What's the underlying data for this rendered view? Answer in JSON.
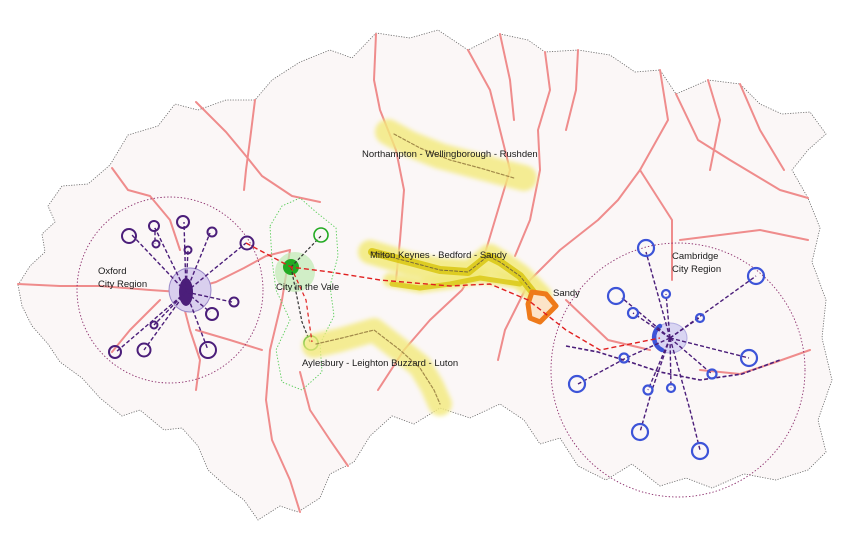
{
  "map": {
    "labels": {
      "oxford_line1": "Oxford",
      "oxford_line2": "City Region",
      "cambridge_line1": "Cambridge",
      "cambridge_line2": "City Region",
      "city_in_the_vale": "City in the Vale",
      "northampton": "Northampton - Wellingborough - Rushden",
      "milton_keynes": "Milton Keynes - Bedford - Sandy",
      "aylesbury": "Aylesbury - Leighton Buzzard - Luton",
      "sandy": "Sandy"
    },
    "colors": {
      "background": "#ffffff",
      "region_fill": "#fbf7f7",
      "region_border": "#666666",
      "roads": "#ef8c8c",
      "rail_link": "#e02020",
      "oxford_nodes": "#4b1e7a",
      "cambridge_nodes": "#3d54d8",
      "city_in_the_vale": "#22aa22",
      "corridor_highlight": "#f2ea7a",
      "sandy_node": "#ee7a1a"
    }
  }
}
